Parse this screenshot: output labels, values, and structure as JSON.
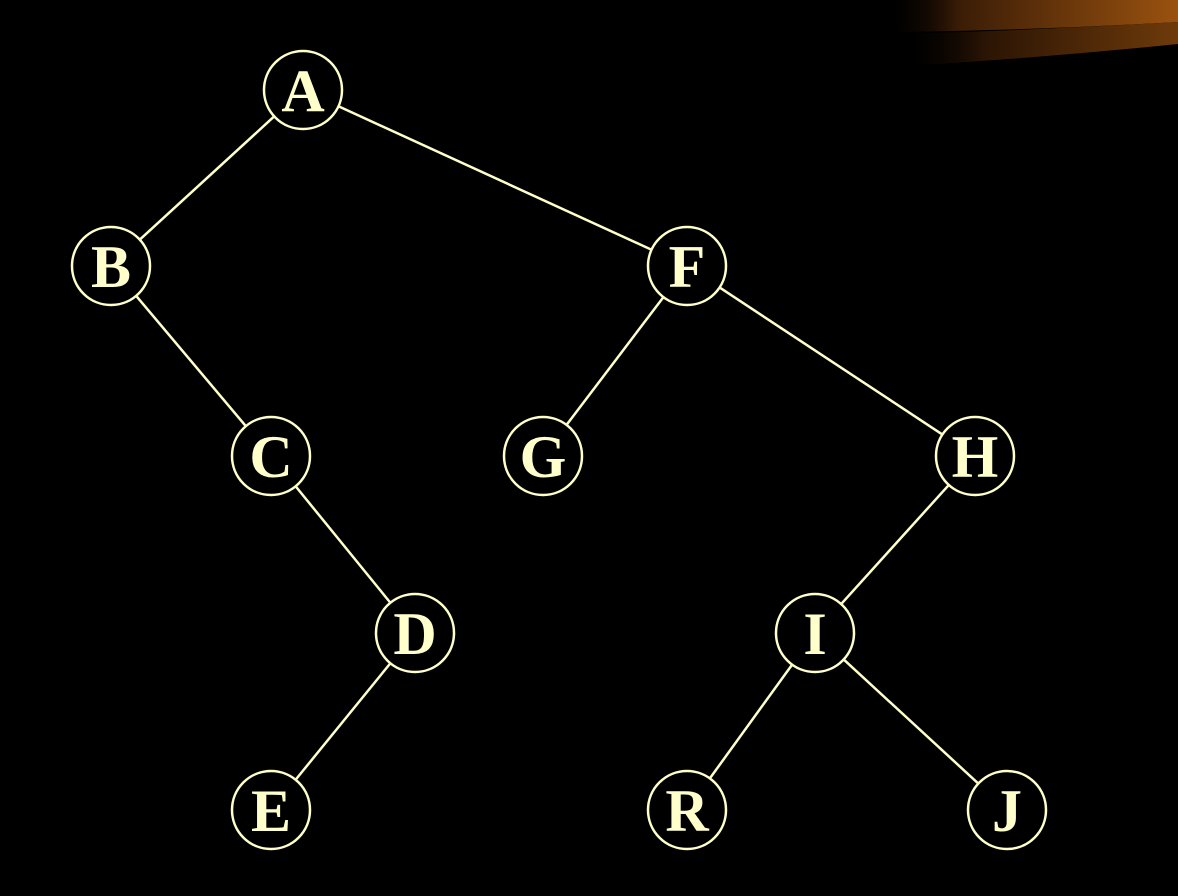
{
  "colors": {
    "background": "#000000",
    "stroke": "#ffffcc",
    "label": "#ffffcc",
    "accent": "#8b4a0e"
  },
  "tree": {
    "nodes": [
      {
        "id": "A",
        "label": "A"
      },
      {
        "id": "B",
        "label": "B"
      },
      {
        "id": "F",
        "label": "F"
      },
      {
        "id": "C",
        "label": "C"
      },
      {
        "id": "G",
        "label": "G"
      },
      {
        "id": "H",
        "label": "H"
      },
      {
        "id": "D",
        "label": "D"
      },
      {
        "id": "I",
        "label": "I"
      },
      {
        "id": "E",
        "label": "E"
      },
      {
        "id": "R",
        "label": "R"
      },
      {
        "id": "J",
        "label": "J"
      }
    ],
    "edges": [
      {
        "from": "A",
        "to": "B"
      },
      {
        "from": "A",
        "to": "F"
      },
      {
        "from": "B",
        "to": "C"
      },
      {
        "from": "F",
        "to": "G"
      },
      {
        "from": "F",
        "to": "H"
      },
      {
        "from": "C",
        "to": "D"
      },
      {
        "from": "H",
        "to": "I"
      },
      {
        "from": "D",
        "to": "E"
      },
      {
        "from": "I",
        "to": "R"
      },
      {
        "from": "I",
        "to": "J"
      }
    ]
  }
}
